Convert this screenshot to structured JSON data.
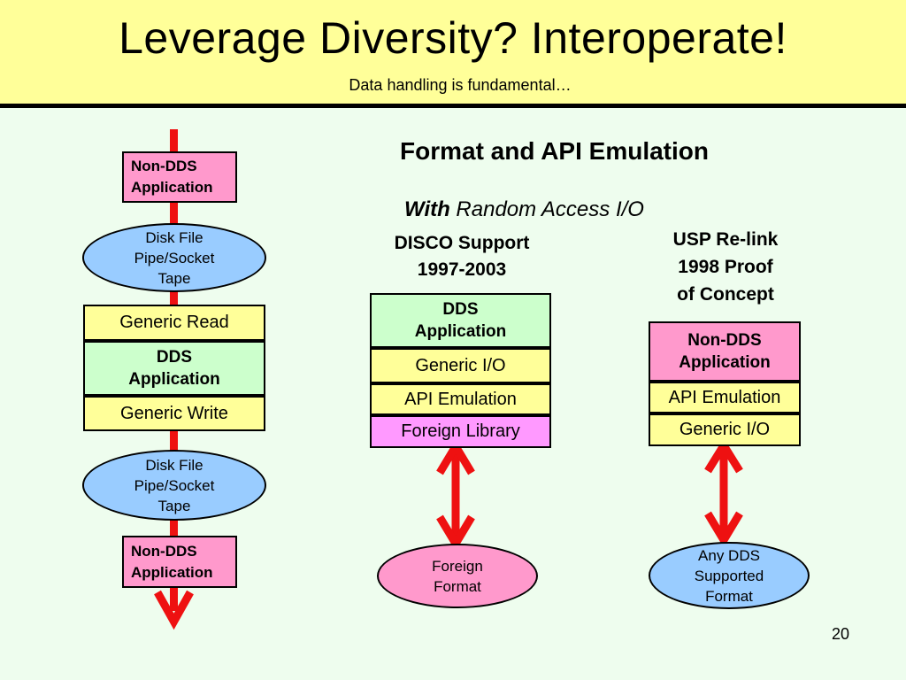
{
  "header": {
    "title": "Leverage Diversity? Interoperate!",
    "subtitle": "Data handling is fundamental…"
  },
  "colors": {
    "background": "#eefdee",
    "header": "#ffff99",
    "arrow_red": "#ee1111",
    "box_yellow": "#ffff99",
    "box_green": "#ccffcc",
    "box_pink": "#ff99cc",
    "box_magenta": "#ff99ff",
    "ellipse_blue": "#99ccff"
  },
  "left_stack": {
    "top_app": "Non-DDS\nApplication",
    "top_medium": "Disk File\nPipe/Socket\nTape",
    "generic_read": "Generic Read",
    "dds_app": "DDS\nApplication",
    "generic_write": "Generic Write",
    "bottom_medium": "Disk File\nPipe/Socket\nTape",
    "bottom_app": "Non-DDS\nApplication"
  },
  "emulation": {
    "heading": "Format and API Emulation",
    "sub_bold": "With",
    "sub_italic": " Random Access I/O"
  },
  "disco": {
    "heading": "DISCO Support\n1997-2003",
    "dds_app": "DDS\nApplication",
    "generic_io": "Generic I/O",
    "api_emulation": "API Emulation",
    "foreign_library": "Foreign Library",
    "format": "Foreign\nFormat"
  },
  "usp": {
    "heading": "USP Re-link\n1998 Proof\nof Concept",
    "non_dds_app": "Non-DDS\nApplication",
    "api_emulation": "API Emulation",
    "generic_io": "Generic I/O",
    "format": "Any DDS\nSupported\nFormat"
  },
  "page_number": "20"
}
